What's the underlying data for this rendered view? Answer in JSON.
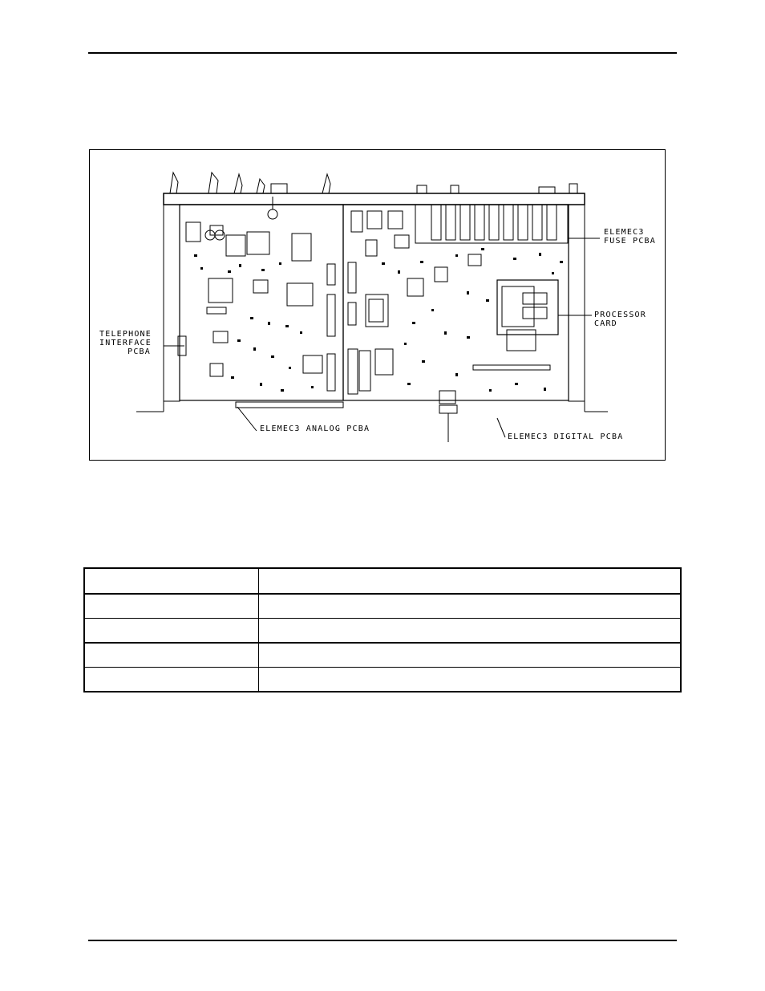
{
  "figure": {
    "callouts": {
      "telephone_interface": [
        "TELEPHONE",
        "INTERFACE",
        "PCBA"
      ],
      "fuse": [
        "ELEMEC3",
        "FUSE PCBA"
      ],
      "processor": [
        "PROCESSOR",
        "CARD"
      ],
      "analog": "ELEMEC3 ANALOG PCBA",
      "digital": "ELEMEC3 DIGITAL PCBA"
    }
  },
  "table": {
    "rows": [
      [
        "",
        ""
      ],
      [
        "",
        ""
      ],
      [
        "",
        ""
      ],
      [
        "",
        ""
      ],
      [
        "",
        ""
      ]
    ]
  }
}
